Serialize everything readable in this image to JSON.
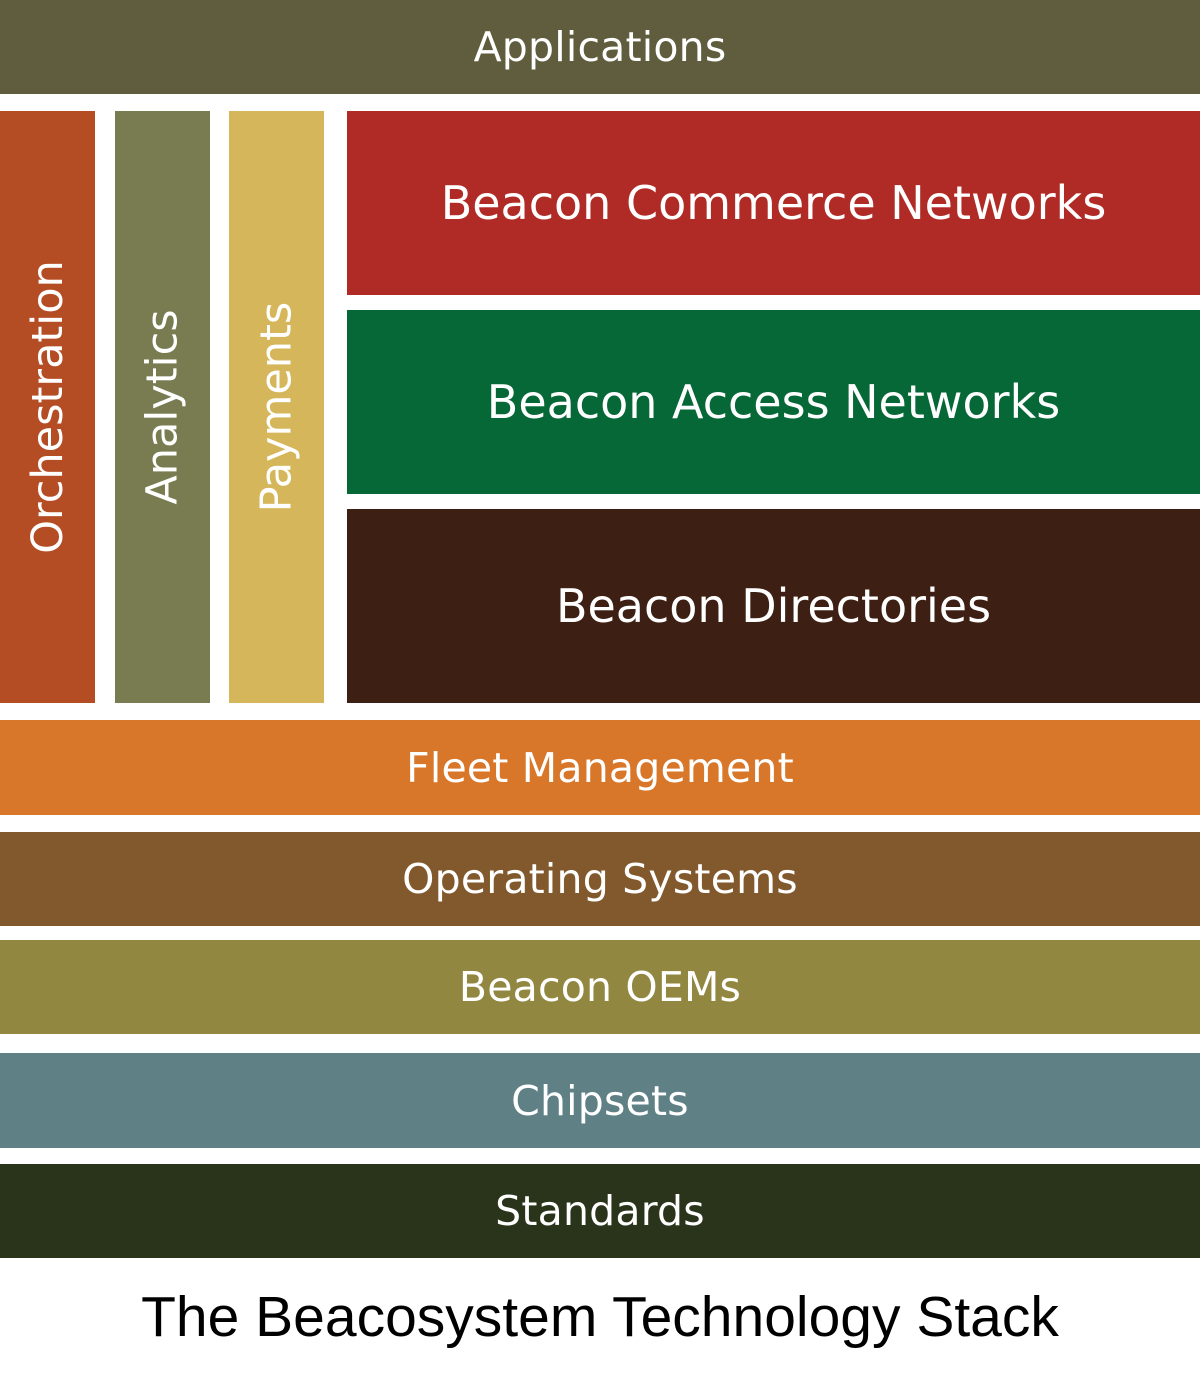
{
  "diagram": {
    "top_layer": {
      "label": "Applications",
      "color": "#5f5d3e"
    },
    "vertical_columns": [
      {
        "label": "Orchestration",
        "color": "#b44c24"
      },
      {
        "label": "Analytics",
        "color": "#787c50"
      },
      {
        "label": "Payments",
        "color": "#d6b65a"
      }
    ],
    "middle_layers": [
      {
        "label": "Beacon Commerce Networks",
        "color": "#b02b25"
      },
      {
        "label": "Beacon Access Networks",
        "color": "#066836"
      },
      {
        "label": "Beacon Directories",
        "color": "#3d1f14"
      }
    ],
    "lower_layers": [
      {
        "label": "Fleet Management",
        "color": "#d8772a"
      },
      {
        "label": "Operating Systems",
        "color": "#82592d"
      },
      {
        "label": "Beacon OEMs",
        "color": "#918740"
      },
      {
        "label": "Chipsets",
        "color": "#5f8085"
      },
      {
        "label": "Standards",
        "color": "#2a341a"
      }
    ],
    "caption": "The Beacosystem Technology Stack"
  }
}
